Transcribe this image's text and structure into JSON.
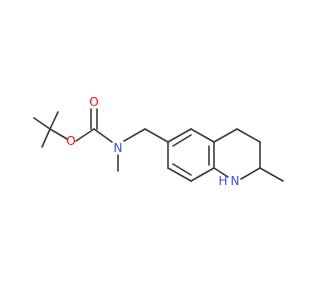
{
  "molecule": {
    "atoms": [
      {
        "text": "O",
        "element": "oxygen"
      },
      {
        "text": "O",
        "element": "oxygen"
      },
      {
        "text": "N",
        "element": "nitrogen"
      },
      {
        "text": "N",
        "element": "nitrogen"
      },
      {
        "text": "H",
        "element": "hydrogen"
      }
    ]
  },
  "colors": {
    "bond": "#3a3a3a",
    "oxygen": "#ff0d0d",
    "nitrogen": "#3050f8",
    "hydrogen": "#3050f8",
    "background": "#ffffff"
  }
}
